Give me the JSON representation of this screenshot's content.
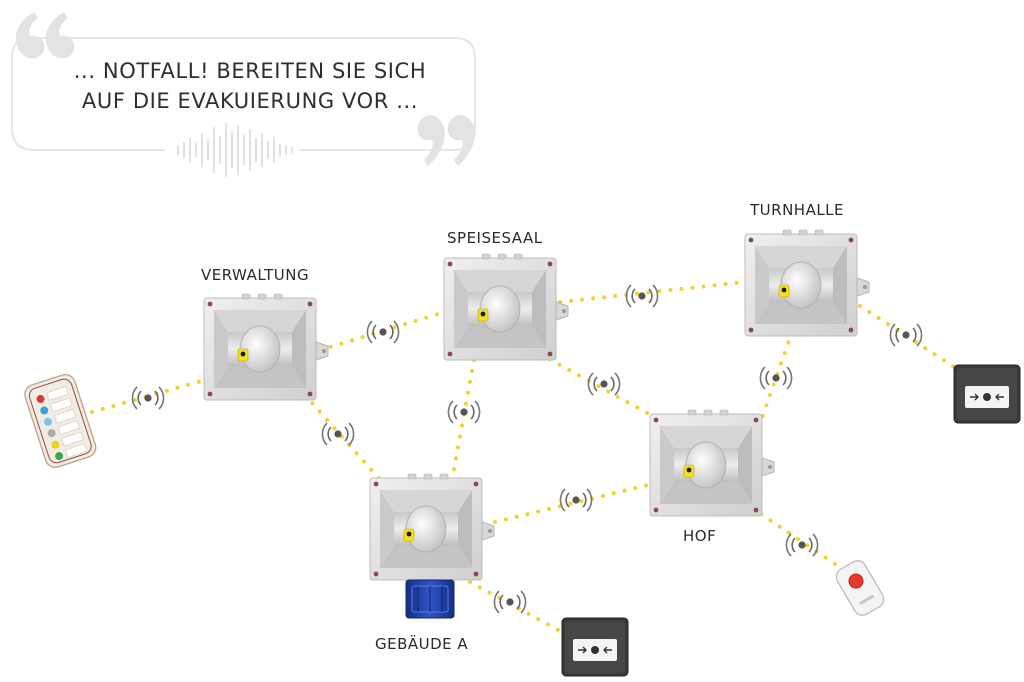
{
  "speech": {
    "line1": "... NOTFALL! BEREITEN SIE SICH",
    "line2": "AUF DIE EVAKUIERUNG VOR ..."
  },
  "locations": {
    "verwaltung": "VERWALTUNG",
    "speisesaal": "SPEISESAAL",
    "turnhalle": "TURNHALLE",
    "hof": "HOF",
    "gebaeude_a": "GEBÄUDE A"
  },
  "colors": {
    "link_dot": "#f2d22e",
    "speaker_body": "#e4e4e4",
    "speaker_badge": "#f3e01b",
    "beacon": "#1f3fa8",
    "call_point": "#3a3a3a",
    "remote_button": "#e53b2c"
  },
  "icons": {
    "wireless": "wireless-signal-icon",
    "quote": "quotation-mark-icon",
    "waveform": "audio-waveform-icon"
  }
}
